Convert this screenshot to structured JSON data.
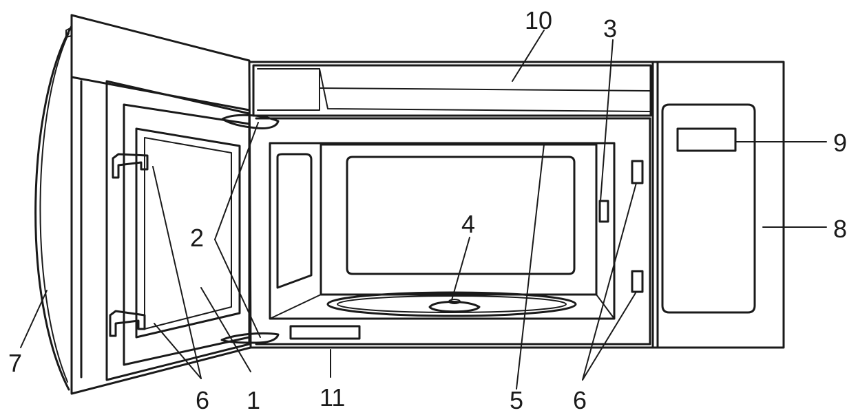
{
  "callouts": {
    "c1": "1",
    "c2": "2",
    "c3": "3",
    "c4": "4",
    "c5": "5",
    "c6_left": "6",
    "c6_right": "6",
    "c7": "7",
    "c8": "8",
    "c9": "9",
    "c10": "10",
    "c11": "11"
  }
}
